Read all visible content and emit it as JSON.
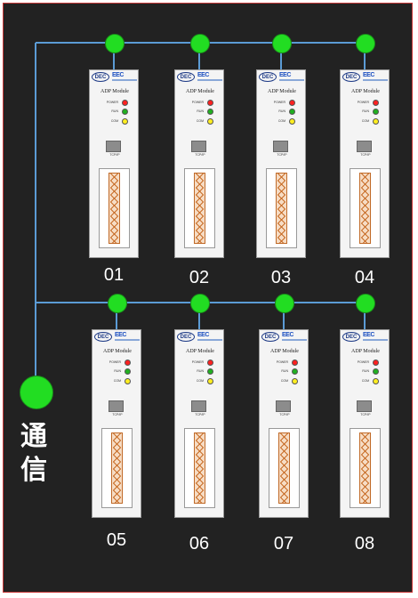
{
  "comm_label": [
    "通",
    "信"
  ],
  "modules": [
    {
      "number": "01",
      "title": "ADP Module",
      "logo": "DEC",
      "brand": "EEC",
      "leds": [
        {
          "label": "POWER",
          "color": "#ff2020"
        },
        {
          "label": "RUN",
          "color": "#20b020"
        },
        {
          "label": "COM",
          "color": "#ffee20"
        }
      ],
      "port_label": "TCP/IP"
    },
    {
      "number": "02",
      "title": "ADP Module",
      "logo": "DEC",
      "brand": "EEC",
      "leds": [
        {
          "label": "POWER",
          "color": "#ff2020"
        },
        {
          "label": "RUN",
          "color": "#20b020"
        },
        {
          "label": "COM",
          "color": "#ffee20"
        }
      ],
      "port_label": "TCP/IP"
    },
    {
      "number": "03",
      "title": "ADP Module",
      "logo": "DEC",
      "brand": "EEC",
      "leds": [
        {
          "label": "POWER",
          "color": "#ff2020"
        },
        {
          "label": "RUN",
          "color": "#20b020"
        },
        {
          "label": "COM",
          "color": "#ffee20"
        }
      ],
      "port_label": "TCP/IP"
    },
    {
      "number": "04",
      "title": "ADP Module",
      "logo": "DEC",
      "brand": "EEC",
      "leds": [
        {
          "label": "POWER",
          "color": "#ff2020"
        },
        {
          "label": "RUN",
          "color": "#20b020"
        },
        {
          "label": "COM",
          "color": "#ffee20"
        }
      ],
      "port_label": "TCP/IP"
    },
    {
      "number": "05",
      "title": "ADP Module",
      "logo": "DEC",
      "brand": "EEC",
      "leds": [
        {
          "label": "POWER",
          "color": "#ff2020"
        },
        {
          "label": "RUN",
          "color": "#20b020"
        },
        {
          "label": "COM",
          "color": "#ffee20"
        }
      ],
      "port_label": "TCP/IP"
    },
    {
      "number": "06",
      "title": "ADP Module",
      "logo": "DEC",
      "brand": "EEC",
      "leds": [
        {
          "label": "POWER",
          "color": "#ff2020"
        },
        {
          "label": "RUN",
          "color": "#20b020"
        },
        {
          "label": "COM",
          "color": "#ffee20"
        }
      ],
      "port_label": "TCP/IP"
    },
    {
      "number": "07",
      "title": "ADP Module",
      "logo": "DEC",
      "brand": "EEC",
      "leds": [
        {
          "label": "POWER",
          "color": "#ff2020"
        },
        {
          "label": "RUN",
          "color": "#20b020"
        },
        {
          "label": "COM",
          "color": "#ffee20"
        }
      ],
      "port_label": "TCP/IP"
    },
    {
      "number": "08",
      "title": "ADP Module",
      "logo": "DEC",
      "brand": "EEC",
      "leds": [
        {
          "label": "POWER",
          "color": "#ff2020"
        },
        {
          "label": "RUN",
          "color": "#20b020"
        },
        {
          "label": "COM",
          "color": "#ffee20"
        }
      ],
      "port_label": "TCP/IP"
    }
  ],
  "colors": {
    "background": "#222222",
    "wire": "#5b9bd5",
    "node": "#22dd22",
    "frame_border": "#c83a3a"
  }
}
